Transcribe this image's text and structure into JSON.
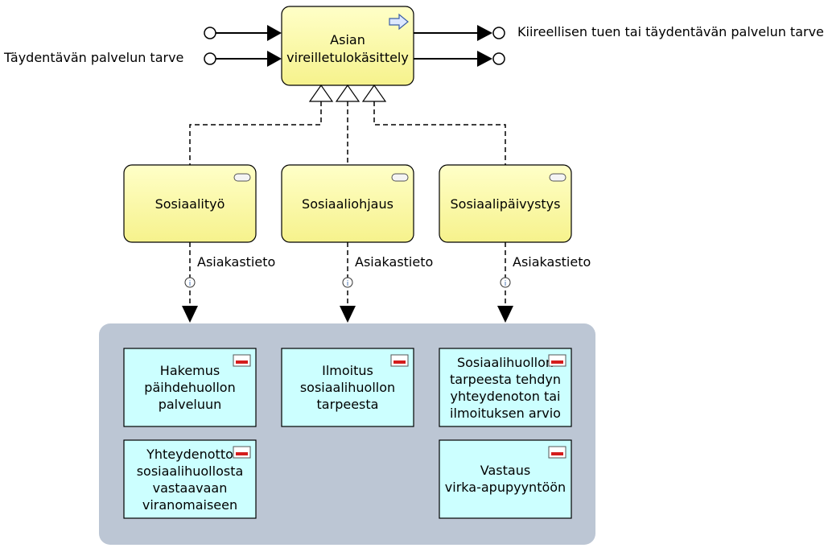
{
  "process": {
    "line1": "Asian",
    "line2": "vireilletulokäsittely"
  },
  "inputs": {
    "top": "",
    "bottom": "Täydentävän palvelun tarve"
  },
  "outputs": {
    "top": "Kiireellisen tuen tai täydentävän palvelun tarve",
    "bottom": ""
  },
  "services": [
    {
      "label": "Sosiaalityö",
      "flow_label": "Asiakastieto"
    },
    {
      "label": "Sosiaaliohjaus",
      "flow_label": "Asiakastieto"
    },
    {
      "label": "Sosiaalipäivystys",
      "flow_label": "Asiakastieto"
    }
  ],
  "documents": {
    "d1": [
      "Hakemus",
      "päihdehuollon",
      "palveluun"
    ],
    "d2": [
      "Ilmoitus",
      "sosiaalihuollon",
      "tarpeesta"
    ],
    "d3": [
      "Sosiaalihuollon",
      "tarpeesta tehdyn",
      "yhteydenoton tai",
      "ilmoituksen arvio"
    ],
    "d4": [
      "Yhteydenotto",
      "sosiaalihuollosta",
      "vastaavaan",
      "viranomaiseen"
    ],
    "d5": [
      "Vastaus",
      "virka-apupyyntöön"
    ]
  },
  "colors": {
    "process_fill": "#ffff99",
    "process_stroke": "#000000",
    "document_fill": "#ccffff",
    "group_fill": "#bcc6d4",
    "line": "#000000"
  }
}
